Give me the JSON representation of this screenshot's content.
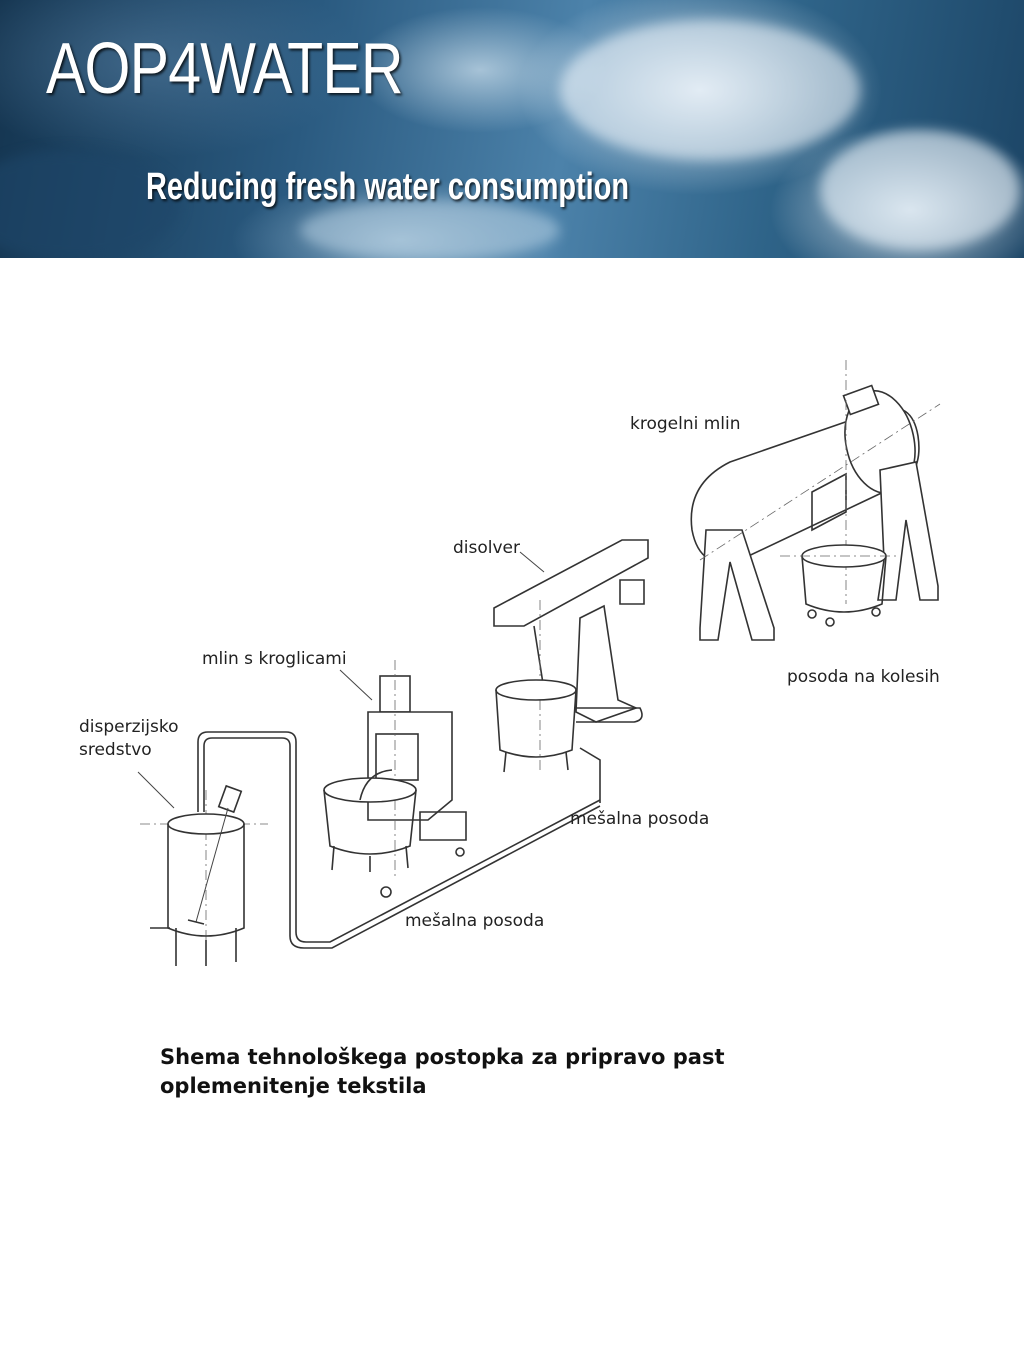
{
  "header": {
    "title": "AOP4WATER",
    "subtitle": "Reducing fresh water consumption"
  },
  "diagram": {
    "labels": {
      "krogelni_mlin": "krogelni mlin",
      "disolver": "disolver",
      "mlin_s_kroglicami": "mlin s kroglicami",
      "disperzijsko_line1": "disperzijsko",
      "disperzijsko_line2": "sredstvo",
      "mesalna_posoda_1": "mešalna posoda",
      "mesalna_posoda_2": "mešalna posoda",
      "posoda_na_kolesih": "posoda na kolesih"
    }
  },
  "caption": {
    "line1": "Shema tehnološkega postopka za pripravo past",
    "line2": "oplemenitenje tekstila"
  }
}
